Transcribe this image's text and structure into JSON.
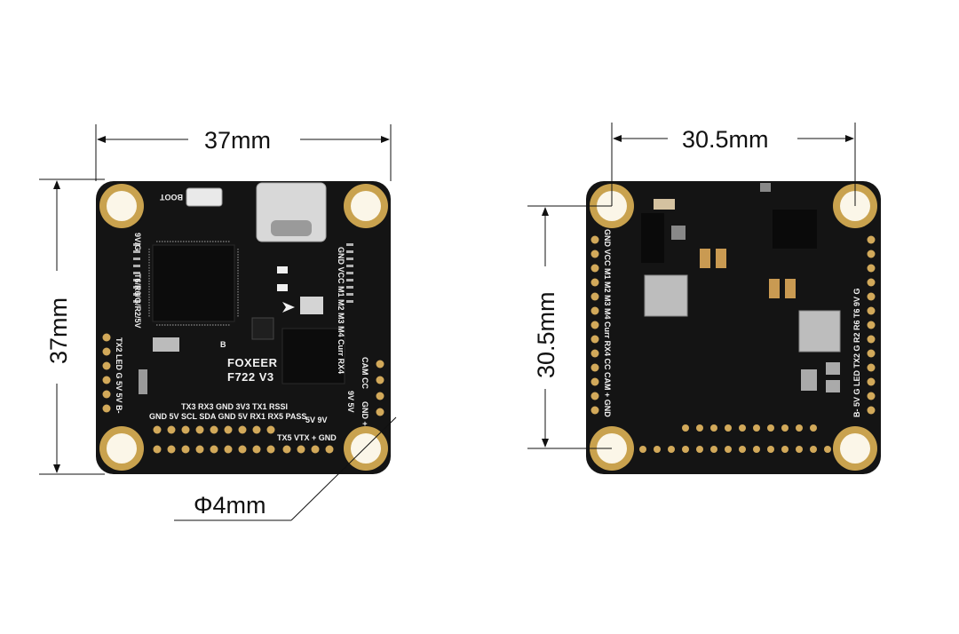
{
  "dimensions": {
    "width": "37mm",
    "height": "37mm",
    "hole_spacing_h": "30.5mm",
    "hole_spacing_v": "30.5mm",
    "hole_diameter": "Φ4mm"
  },
  "board": {
    "brand": "FOXEER",
    "model": "F722 V3"
  },
  "front_labels": {
    "boot": "BOOT",
    "b_marker": "B",
    "left_pads": "TX2 LED  G  5V  5V  B-",
    "left_connector": "9V/G",
    "left_connector2": "T6/R6/G/R2/5V",
    "right_connector": "GND VCC M1 M2 M3 M4 Curr RX4",
    "right_pads_cam": "CAM CC",
    "right_pads_vtx": "9V 5V",
    "right_gnd": "GND +",
    "top_row": "TX3 RX3 GND 3V3 TX1 RSSI",
    "bottom_row": "GND 5V SCL SDA GND 5V RX1 RX5 PASS",
    "vtx_labels": "5V  9V",
    "vtx_row": "TX5 VTX  +  GND"
  },
  "back_labels": {
    "left_column": "GND VCC M1 M2 M3 M4 Curr RX4 CC CAM + GND",
    "right_column": "B- 5V G LED TX2 G R2 R6 T6 9V G"
  }
}
